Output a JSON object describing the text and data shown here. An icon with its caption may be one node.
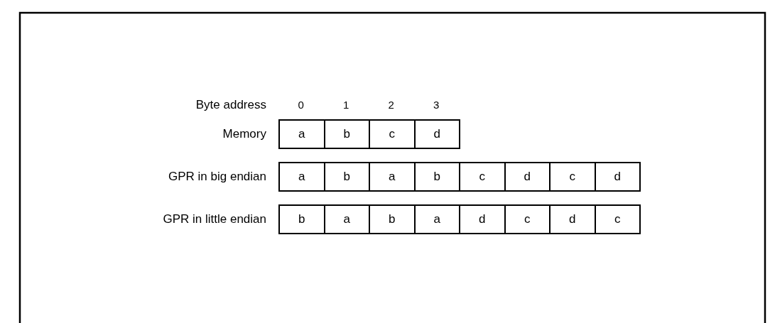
{
  "diagram": {
    "nodes": [
      {
        "text": [
          "a"
        ]
      },
      {
        "text": [
          "b"
        ]
      },
      {
        "text": [
          "c"
        ]
      },
      {
        "text": [
          "d"
        ]
      },
      {
        "text": [
          "a"
        ]
      },
      {
        "text": [
          "b"
        ]
      },
      {
        "text": [
          "a"
        ]
      },
      {
        "text": [
          "b"
        ]
      },
      {
        "text": [
          "c"
        ]
      },
      {
        "text": [
          "d"
        ]
      },
      {
        "text": [
          "c"
        ]
      },
      {
        "text": [
          "d"
        ]
      },
      {
        "text": [
          "b"
        ]
      },
      {
        "text": [
          "a"
        ]
      },
      {
        "text": [
          "b"
        ]
      },
      {
        "text": [
          "a"
        ]
      },
      {
        "text": [
          "d"
        ]
      },
      {
        "text": [
          "c"
        ]
      },
      {
        "text": [
          "d"
        ]
      },
      {
        "text": [
          "c"
        ]
      }
    ],
    "labels": [
      "Byte address",
      "0",
      "1",
      "2",
      "3",
      "Memory",
      "GPR in big endian",
      "GPR in little endian"
    ]
  }
}
